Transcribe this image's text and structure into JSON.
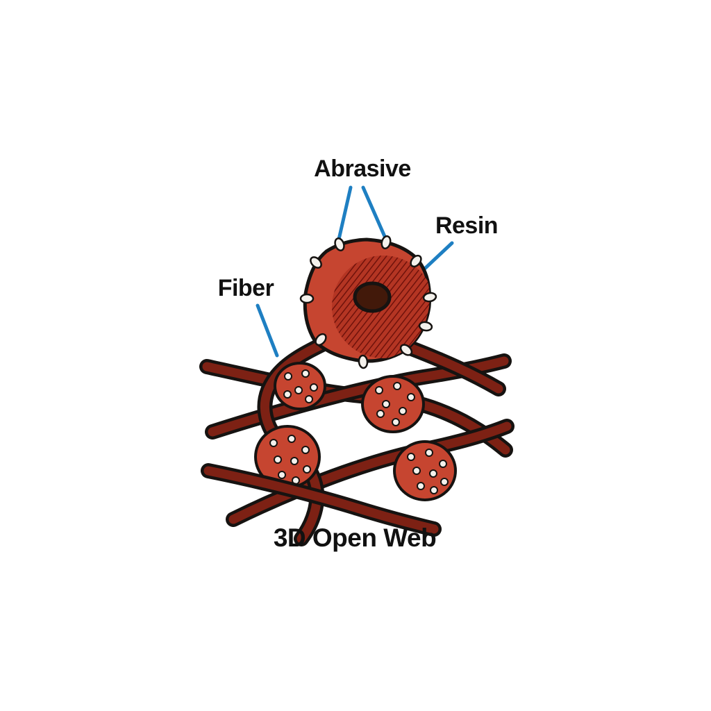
{
  "labels": {
    "abrasive": "Abrasive",
    "resin": "Resin",
    "fiber": "Fiber"
  },
  "caption": "3D Open Web",
  "colors": {
    "bg": "#ffffff",
    "text": "#111111",
    "leader": "#1e7fc2",
    "outline": "#161311",
    "fiber": "#7d2114",
    "blob": "#c64530",
    "particle": "#f4f1ec",
    "hatchbg": "#b43523",
    "hatchline": "#6f120b",
    "core": "#42190a"
  }
}
